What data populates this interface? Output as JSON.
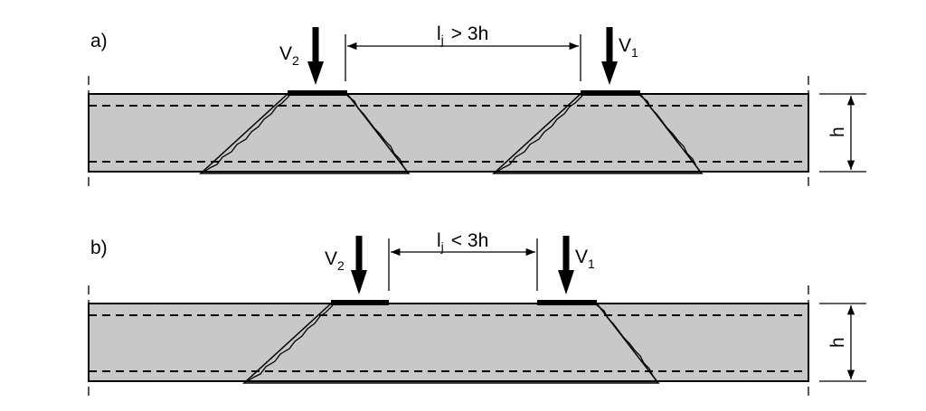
{
  "colors": {
    "slab_fill": "#c8c8c8",
    "line": "#000000",
    "background": "#ffffff"
  },
  "diagram_a": {
    "panel_label": "a)",
    "load_left": {
      "symbol": "V",
      "subscript": "2"
    },
    "load_right": {
      "symbol": "V",
      "subscript": "1"
    },
    "spacing": {
      "symbol": "l",
      "subscript": "j",
      "relation": "> 3h"
    },
    "thickness_label": "h"
  },
  "diagram_b": {
    "panel_label": "b)",
    "load_left": {
      "symbol": "V",
      "subscript": "2"
    },
    "load_right": {
      "symbol": "V",
      "subscript": "1"
    },
    "spacing": {
      "symbol": "l",
      "subscript": "j",
      "relation": "< 3h"
    },
    "thickness_label": "h"
  }
}
